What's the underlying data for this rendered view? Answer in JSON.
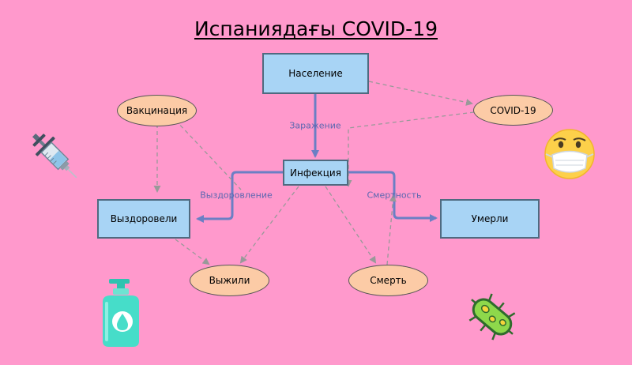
{
  "title": "Испаниядағы COVID-19",
  "nodes": {
    "population": "Население",
    "infection": "Инфекция",
    "recovered": "Выздоровели",
    "died": "Умерли",
    "vaccination": "Вакцинация",
    "covid": "COVID-19",
    "survived": "Выжили",
    "death": "Смерть"
  },
  "edge_labels": {
    "infection": "Заражение",
    "recovery": "Выздоровление",
    "mortality": "Смертность"
  },
  "icons": [
    "syringe-icon",
    "mask-face-emoji-icon",
    "soap-dispenser-icon",
    "bacteria-icon"
  ],
  "colors": {
    "background": "#ff99cc",
    "box_fill": "#a8d4f5",
    "box_border": "#4f6a80",
    "ellipse_fill": "#fccba6",
    "solid_arrow": "#6b7fc4",
    "dashed_arrow": "#999999",
    "edge_label": "#5a67b0"
  }
}
